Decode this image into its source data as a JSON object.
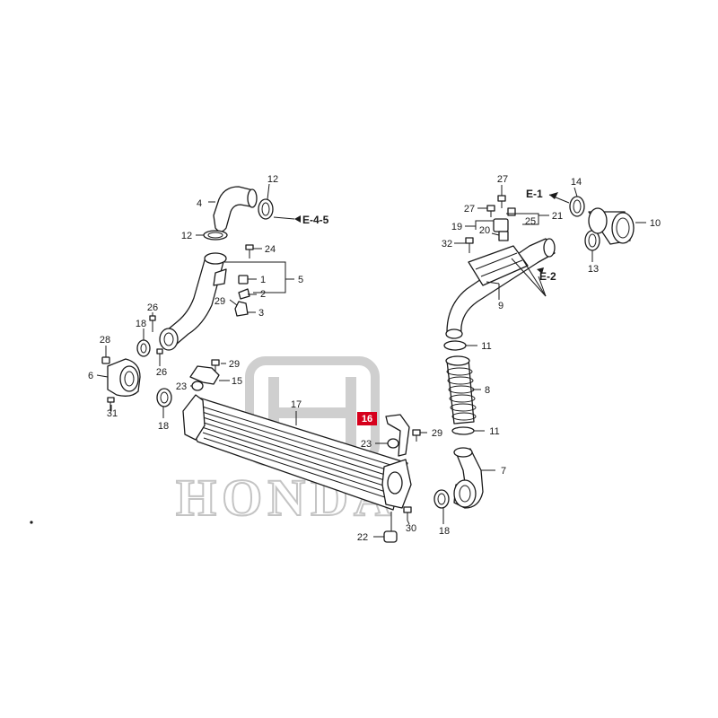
{
  "diagram": {
    "watermark_text": "HONDA",
    "highlight_color": "#d6001c",
    "callouts": {
      "c1": "1",
      "c2": "2",
      "c3": "3",
      "c4": "4",
      "c5": "5",
      "c6": "6",
      "c7": "7",
      "c8": "8",
      "c9": "9",
      "c10": "10",
      "c11a": "11",
      "c11b": "11",
      "c12a": "12",
      "c12b": "12",
      "c13": "13",
      "c14": "14",
      "c15": "15",
      "c16": "16",
      "c17": "17",
      "c18a": "18",
      "c18b": "18",
      "c18c": "18",
      "c19": "19",
      "c20": "20",
      "c21": "21",
      "c22": "22",
      "c23a": "23",
      "c23b": "23",
      "c24": "24",
      "c25": "25",
      "c26a": "26",
      "c26b": "26",
      "c27a": "27",
      "c27b": "27",
      "c28": "28",
      "c29a": "29",
      "c29b": "29",
      "c29c": "29",
      "c30": "30",
      "c31": "31",
      "c32": "32"
    },
    "references": {
      "e45": "E-4-5",
      "e1": "E-1",
      "e2": "E-2"
    }
  }
}
